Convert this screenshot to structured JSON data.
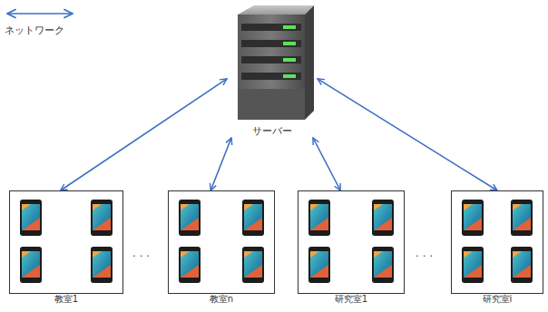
{
  "diagram": {
    "nodes": [
      {
        "text": [
          "サーバー"
        ]
      },
      {
        "text": [
          "教室1"
        ]
      },
      {
        "text": [
          "教室n"
        ]
      },
      {
        "text": [
          "研究室1"
        ]
      },
      {
        "text": [
          "研究室i"
        ]
      }
    ],
    "edges": [
      {
        "from": 0,
        "to": 1,
        "arrow": "both"
      },
      {
        "from": 0,
        "to": 2,
        "arrow": "both"
      },
      {
        "from": 0,
        "to": 3,
        "arrow": "both"
      },
      {
        "from": 0,
        "to": 4,
        "arrow": "both"
      }
    ],
    "labels": [
      "· · ·",
      "· · ·"
    ],
    "legend": [
      {
        "text": "ネットワーク"
      }
    ]
  }
}
